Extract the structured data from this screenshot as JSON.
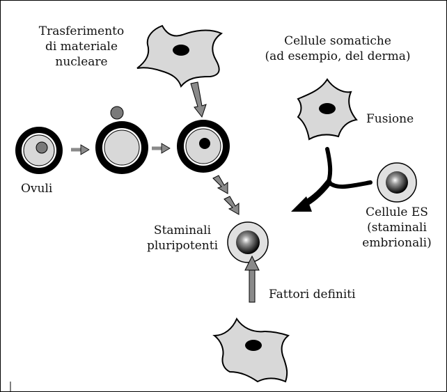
{
  "labels": {
    "nuclear_transfer": [
      "Trasferimento",
      "di materiale",
      "nucleare"
    ],
    "somatic_cells": [
      "Cellule somatiche",
      "(ad esempio, del derma)"
    ],
    "fusion": "Fusione",
    "eggs": "Ovuli",
    "es_cells": [
      "Cellule ES",
      "(staminali",
      "embrionali)"
    ],
    "pluripotent": [
      "Staminali",
      "pluripotenti"
    ],
    "defined_factors": "Fattori definiti"
  },
  "colors": {
    "outline": "#000000",
    "cell_fill": "#d8d8d8",
    "nucleus_gray": "#7a7a7a",
    "nucleus_black": "#000000",
    "arrow_gray": "#8a8a8a",
    "background": "#ffffff"
  },
  "icons": {
    "somatic_cell": "star-shaped-cell-icon",
    "egg": "ringed-egg-cell-icon",
    "stem_cell": "glossy-nucleus-cell-icon",
    "fusion_arrow": "merging-curved-arrow-icon"
  }
}
